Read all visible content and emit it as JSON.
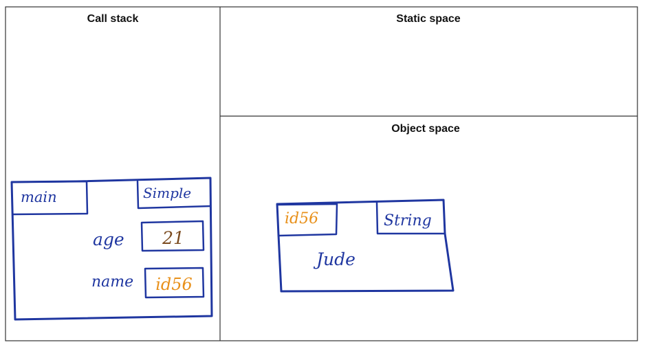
{
  "panels": {
    "call_stack": "Call stack",
    "static_space": "Static space",
    "object_space": "Object space"
  },
  "frame": {
    "method": "main",
    "class": "Simple",
    "vars": [
      {
        "name": "age",
        "value": "21"
      },
      {
        "name": "name",
        "value": "id56"
      }
    ]
  },
  "object": {
    "id": "id56",
    "type": "String",
    "value": "Jude"
  },
  "colors": {
    "ink_blue": "#1f36a0",
    "id_orange": "#e8901a",
    "value_brown": "#7a4a1e",
    "border": "#333333"
  }
}
